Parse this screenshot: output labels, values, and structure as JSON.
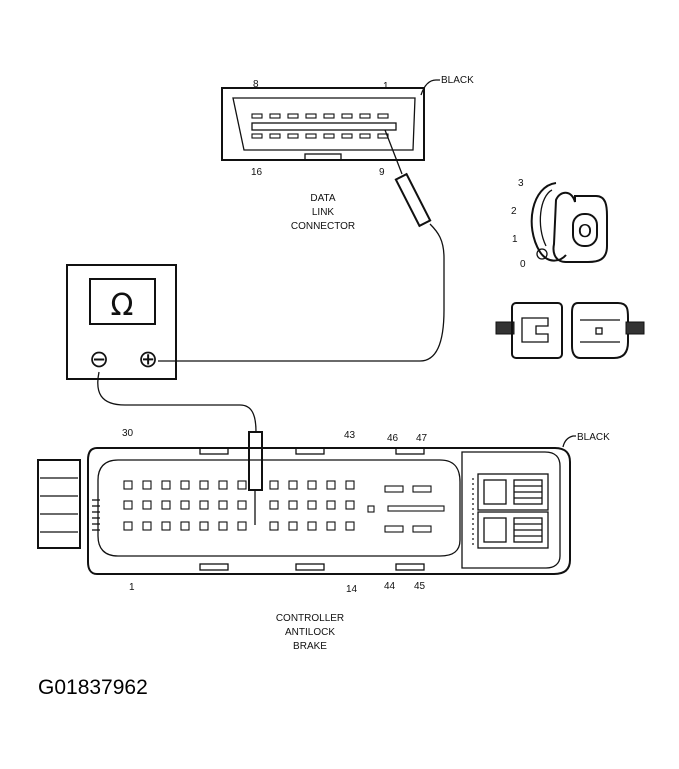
{
  "data_link_connector": {
    "color": "BLACK",
    "pin_8": "8",
    "pin_1": "1",
    "pin_16": "16",
    "pin_9": "9",
    "label_line1": "DATA",
    "label_line2": "LINK",
    "label_line3": "CONNECTOR"
  },
  "ignition_switch": {
    "pos_3": "3",
    "pos_2": "2",
    "pos_1": "1",
    "pos_0": "0",
    "key_letter": "O"
  },
  "ohmmeter": {
    "symbol": "Ω",
    "neg_symbol": "⊖",
    "pos_symbol": "⊕"
  },
  "cab_connector": {
    "color": "BLACK",
    "pin_30": "30",
    "pin_43": "43",
    "pin_46": "46",
    "pin_47": "47",
    "pin_1": "1",
    "pin_14": "14",
    "pin_44": "44",
    "pin_45": "45",
    "label_line1": "CONTROLLER",
    "label_line2": "ANTILOCK",
    "label_line3": "BRAKE"
  },
  "figure_code": "G01837962"
}
